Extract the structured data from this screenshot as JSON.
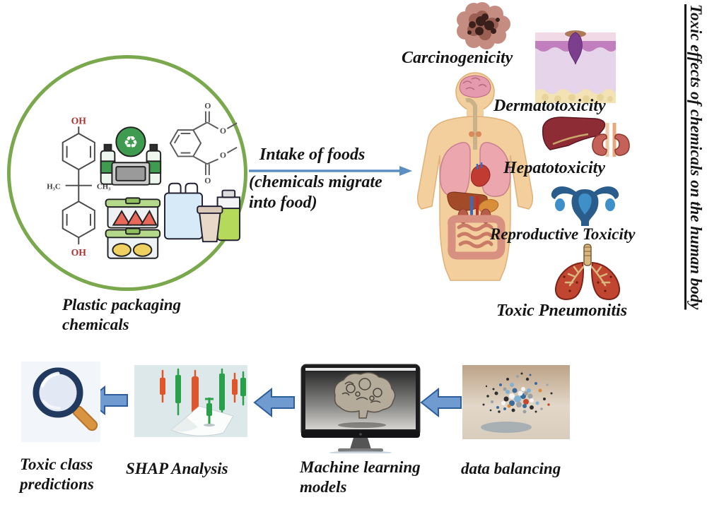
{
  "side_title": "Toxic effects of chemicals on the human body",
  "source": {
    "label": "Plastic packaging\nchemicals"
  },
  "intake": {
    "title": "Intake of foods",
    "subtitle": "(chemicals migrate\ninto food)"
  },
  "toxicities": [
    {
      "label": "Carcinogenicity",
      "icon": "tumor-icon"
    },
    {
      "label": "Dermatotoxicity",
      "icon": "skin-cross-section-icon"
    },
    {
      "label": "Hepatotoxicity",
      "icon": "liver-kidneys-icon"
    },
    {
      "label": "Reproductive Toxicity",
      "icon": "uterus-icon"
    },
    {
      "label": "Toxic Pneumonitis",
      "icon": "lungs-icon"
    }
  ],
  "pipeline": [
    {
      "label": "data balancing",
      "icon": "data-balancing-image"
    },
    {
      "label": "Machine learning\nmodels",
      "icon": "monitor-brain-image"
    },
    {
      "label": "SHAP Analysis",
      "icon": "shap-analysis-image"
    },
    {
      "label": "Toxic class\npredictions",
      "icon": "magnifier-icon"
    }
  ],
  "chem": {
    "oh": "OH",
    "h3c": "H₃C",
    "ch3": "CH₃",
    "o": "O",
    "recycle": "♻"
  },
  "colors": {
    "circle_green": "#7aa84c",
    "arrow_blue": "#6f9bd1",
    "arrow_line_blue": "#5b8ec4",
    "text": "#141414"
  }
}
